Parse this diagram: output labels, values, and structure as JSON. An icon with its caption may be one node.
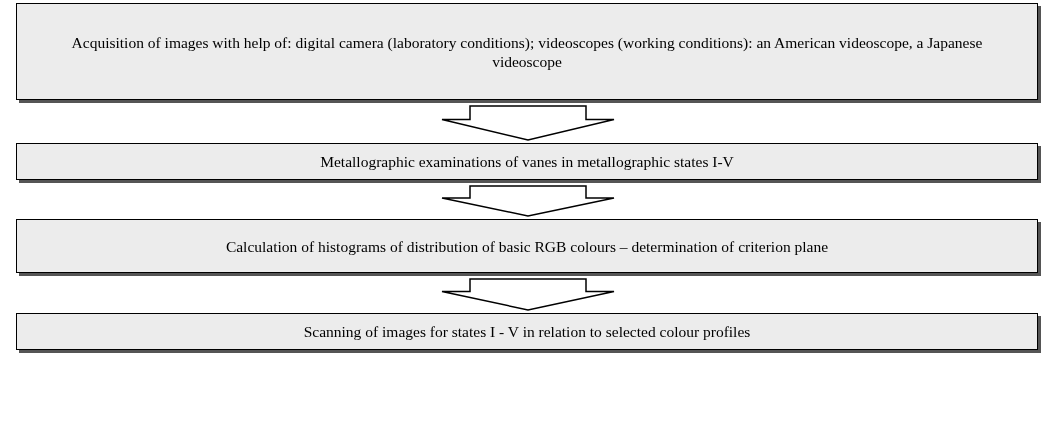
{
  "diagram": {
    "nodes": [
      {
        "text": [
          "Acquisition of images with help of: digital camera (laboratory conditions); videoscopes (working conditions): an American videoscope, a Japanese videoscope"
        ]
      },
      {
        "text": [
          "Metallographic examinations of vanes in metallographic states I-V"
        ]
      },
      {
        "text": [
          "Calculation of histograms of distribution of basic RGB colours – determination of criterion plane"
        ]
      },
      {
        "text": [
          "Scanning of images for states I - V in relation to selected colour profiles"
        ]
      }
    ],
    "edges": [
      {
        "from": 0,
        "to": 1,
        "arrow": "to"
      },
      {
        "from": 1,
        "to": 2,
        "arrow": "to"
      },
      {
        "from": 2,
        "to": 3,
        "arrow": "to"
      }
    ]
  }
}
